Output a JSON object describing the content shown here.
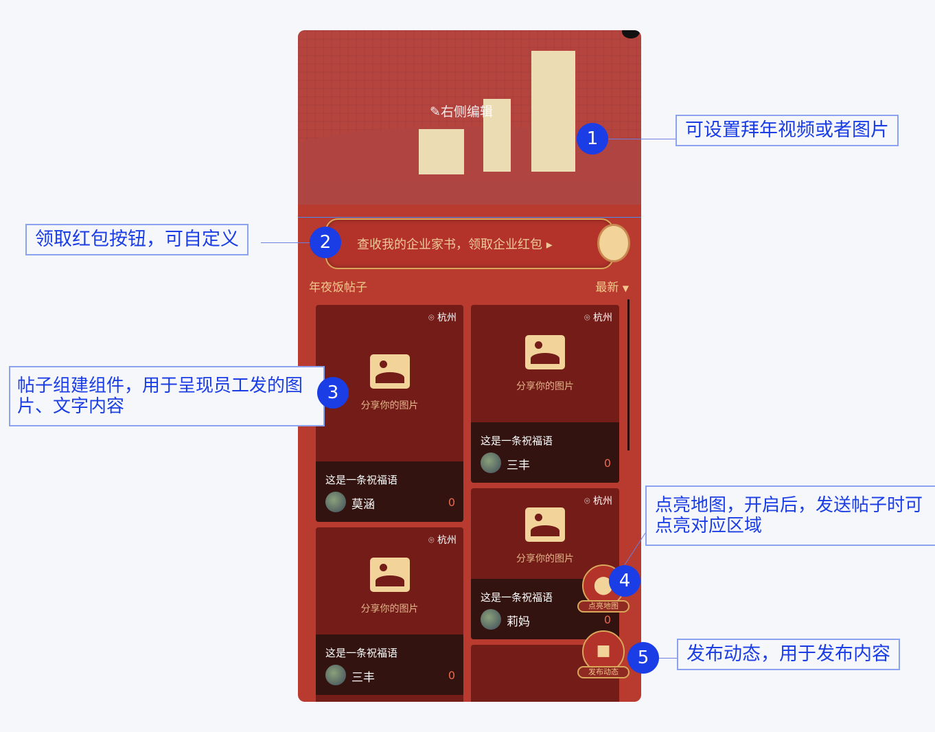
{
  "banner": {
    "edit_label": "右侧编辑"
  },
  "redpacket": {
    "label": "查收我的企业家书，领取企业红包"
  },
  "section": {
    "title": "年夜饭帖子",
    "sort": "最新"
  },
  "posts": [
    {
      "location": "杭州",
      "placeholder": "分享你的图片",
      "wish": "这是一条祝福语",
      "user": "莫涵",
      "likes": "0"
    },
    {
      "location": "杭州",
      "placeholder": "分享你的图片",
      "wish": "这是一条祝福语",
      "user": "三丰",
      "likes": "0"
    },
    {
      "location": "杭州",
      "placeholder": "分享你的图片",
      "wish": "这是一条祝福语",
      "user": "莉妈",
      "likes": "0"
    },
    {
      "location": "杭州",
      "placeholder": "分享你的图片",
      "wish": "这是一条祝福语",
      "user": "三丰",
      "likes": "0"
    }
  ],
  "fabs": {
    "map": "点亮地图",
    "publish": "发布动态"
  },
  "annotations": [
    {
      "num": "1",
      "text": "可设置拜年视频或者图片"
    },
    {
      "num": "2",
      "text": "领取红包按钮，可自定义"
    },
    {
      "num": "3",
      "text": "帖子组建组件，用于呈现员工发的图片、文字内容"
    },
    {
      "num": "4",
      "text": "点亮地图，开启后，发送帖子时可点亮对应区域"
    },
    {
      "num": "5",
      "text": "发布动态，用于发布内容"
    }
  ],
  "colors": {
    "bg": "#b93a2e",
    "card": "#731c18",
    "accent": "#1a3de6"
  }
}
